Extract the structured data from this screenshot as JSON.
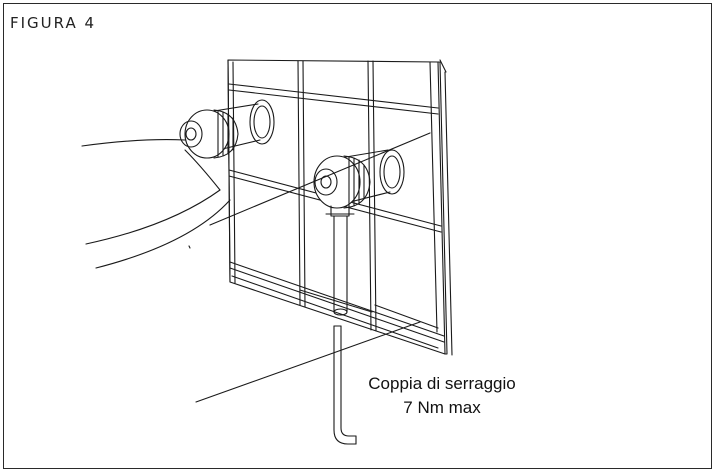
{
  "figure": {
    "title": "FIGURA 4",
    "caption_line1": "Coppia di serraggio",
    "caption_line2": "7 Nm max"
  },
  "colors": {
    "line": "#1a1a1a",
    "background": "#ffffff"
  }
}
